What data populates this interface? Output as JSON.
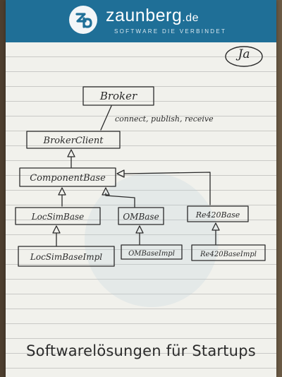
{
  "header": {
    "brand_name": "zaunberg",
    "brand_tld": ".de",
    "tagline": "SOFTWARE DIE VERBINDET",
    "header_color": "#1f6f97",
    "logo_icon": "zb-monogram-logo"
  },
  "page_tag": "Ja",
  "diagram": {
    "nodes": {
      "broker": "Broker",
      "broker_client": "BrokerClient",
      "component_base": "ComponentBase",
      "locsim_base": "LocSimBase",
      "om_base": "OMBase",
      "re420_base": "Re420Base",
      "locsim_base_impl": "LocSimBaseImpl",
      "om_base_impl": "OMBaseImpl",
      "re420_base_impl": "Re420BaseImpl"
    },
    "edge_label": "connect, publish, receive"
  },
  "footer": {
    "slogan": "Softwarelösungen für Startups"
  }
}
